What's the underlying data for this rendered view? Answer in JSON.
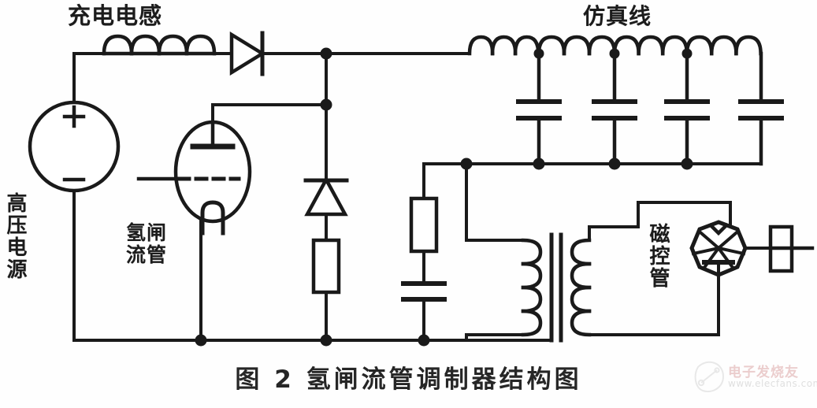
{
  "figure": {
    "caption": "图 2    氢闸流管调制器结构图",
    "caption_number": "图 2",
    "caption_title": "氢闸流管调制器结构图",
    "domain_type": "circuit-schematic",
    "line_color": "#1a1a1a",
    "background_color": "#fefefe"
  },
  "labels": {
    "charging_inductor": "充电电感",
    "pulse_forming_network": "仿真线",
    "high_voltage_source": "高压电源",
    "thyratron": "氢闸\n流管",
    "thyratron_line1": "氢闸",
    "thyratron_line2": "流管",
    "magnetron": "磁控管"
  },
  "components": [
    {
      "name": "high-voltage-source",
      "type": "dc-source-circle",
      "label": "高压电源",
      "polarity_plus": "+",
      "polarity_minus": "−"
    },
    {
      "name": "charging-inductor",
      "type": "inductor-4-coil",
      "label": "充电电感"
    },
    {
      "name": "charging-diode",
      "type": "diode",
      "orientation": "right"
    },
    {
      "name": "hydrogen-thyratron",
      "type": "thyratron-tube",
      "label": "氢闸流管"
    },
    {
      "name": "clamp-diode",
      "type": "diode",
      "orientation": "up"
    },
    {
      "name": "clamp-resistor",
      "type": "resistor",
      "orientation": "vertical"
    },
    {
      "name": "snubber-resistor",
      "type": "resistor",
      "orientation": "vertical"
    },
    {
      "name": "snubber-capacitor",
      "type": "capacitor",
      "orientation": "vertical"
    },
    {
      "name": "pfn-inductor-section-1",
      "type": "inductor-coil"
    },
    {
      "name": "pfn-inductor-section-2",
      "type": "inductor-coil"
    },
    {
      "name": "pfn-inductor-section-3",
      "type": "inductor-coil"
    },
    {
      "name": "pfn-inductor-section-4",
      "type": "inductor-coil"
    },
    {
      "name": "pfn-capacitor-1",
      "type": "capacitor"
    },
    {
      "name": "pfn-capacitor-2",
      "type": "capacitor"
    },
    {
      "name": "pfn-capacitor-3",
      "type": "capacitor"
    },
    {
      "name": "pfn-capacitor-4",
      "type": "capacitor"
    },
    {
      "name": "pulse-transformer",
      "type": "transformer-iron-core",
      "primary_turns": 4,
      "secondary_turns": 4
    },
    {
      "name": "magnetron",
      "type": "magnetron-tube",
      "label": "磁控管"
    },
    {
      "name": "waveguide-output",
      "type": "waveguide-port"
    }
  ],
  "polarity": {
    "plus": "+",
    "minus": "−"
  },
  "watermark": {
    "text": "电子发烧友",
    "url": "www.elecfans.com"
  }
}
